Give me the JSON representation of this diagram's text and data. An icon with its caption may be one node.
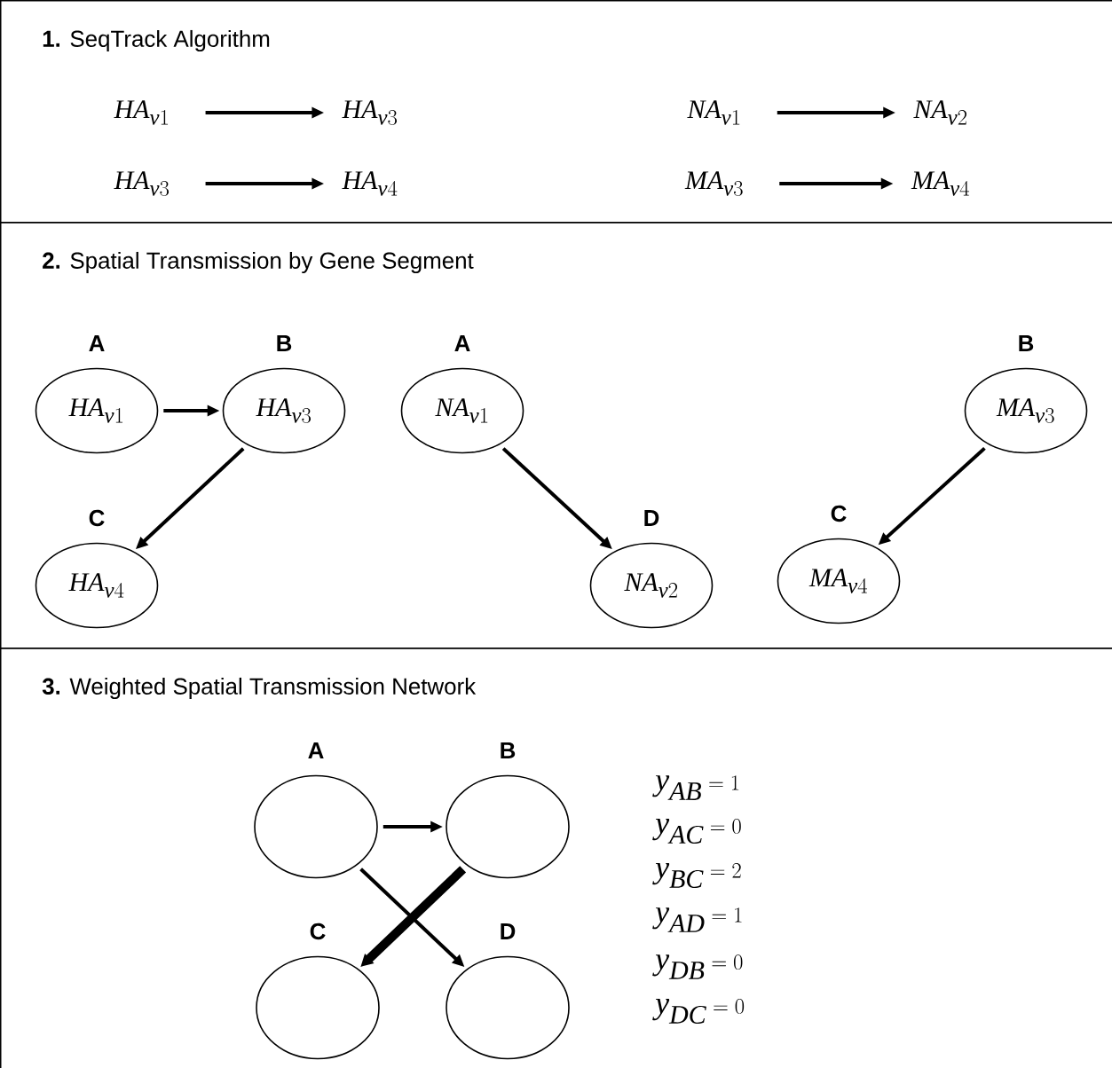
{
  "diagram": {
    "nodes": [
      {
        "text": [
          "**1.** SeqTrack Algorithm"
        ]
      },
      {
        "text": [
          "HA_{v1}"
        ],
        "in": 0
      },
      {
        "text": [
          "HA_{v3}"
        ],
        "in": 0
      },
      {
        "text": [
          "HA_{v3}"
        ],
        "in": 0
      },
      {
        "text": [
          "HA_{v4}"
        ],
        "in": 0
      },
      {
        "text": [
          "NA_{v1}"
        ],
        "in": 0
      },
      {
        "text": [
          "NA_{v2}"
        ],
        "in": 0
      },
      {
        "text": [
          "MA_{v3}"
        ],
        "in": 0
      },
      {
        "text": [
          "MA_{v4}"
        ],
        "in": 0
      },
      {
        "text": [
          "**2.** Spatial Transmission by Gene Segment"
        ]
      },
      {
        "text": [
          "HA_{v1}"
        ],
        "beside": [
          "A"
        ],
        "in": 9
      },
      {
        "text": [
          "HA_{v3}"
        ],
        "beside": [
          "B"
        ],
        "in": 9
      },
      {
        "text": [
          "NA_{v1}"
        ],
        "beside": [
          "A"
        ],
        "in": 9
      },
      {
        "text": [
          "MA_{v3}"
        ],
        "beside": [
          "B"
        ],
        "in": 9
      },
      {
        "text": [
          "HA_{v4}"
        ],
        "beside": [
          "C"
        ],
        "in": 9
      },
      {
        "text": [
          "NA_{v2}"
        ],
        "beside": [
          "D"
        ],
        "in": 9
      },
      {
        "text": [
          "MA_{v4}"
        ],
        "beside": [
          "C"
        ],
        "in": 9
      },
      {
        "text": [
          "**3.** Weighted Spatial Transmission Network"
        ]
      },
      {
        "text": [],
        "shape": "ellipse",
        "beside": [
          "A"
        ],
        "in": 17
      },
      {
        "text": [],
        "shape": "ellipse",
        "beside": [
          "B"
        ],
        "in": 17
      },
      {
        "text": [],
        "shape": "ellipse",
        "beside": [
          "C"
        ],
        "in": 17
      },
      {
        "text": [],
        "shape": "ellipse",
        "beside": [
          "D"
        ],
        "in": 17
      }
    ],
    "edges": [
      {
        "from": 1,
        "to": 2,
        "arrow": "to"
      },
      {
        "from": 3,
        "to": 4,
        "arrow": "to"
      },
      {
        "from": 5,
        "to": 6,
        "arrow": "to"
      },
      {
        "from": 7,
        "to": 8,
        "arrow": "to"
      },
      {
        "from": 10,
        "to": 11,
        "arrow": "to"
      },
      {
        "from": 11,
        "to": 14,
        "arrow": "to"
      },
      {
        "from": 12,
        "to": 15,
        "arrow": "to"
      },
      {
        "from": 13,
        "to": 16,
        "arrow": "to"
      },
      {
        "from": 18,
        "to": 19,
        "arrow": "to"
      },
      {
        "from": 19,
        "to": 20,
        "arrow": "to",
        "style": "thick"
      },
      {
        "from": 18,
        "to": 21,
        "arrow": "to"
      }
    ],
    "labels": [
      "y_{AB} = 1",
      "y_{AC} = 0",
      "y_{BC} = 2",
      "y_{AD} = 1",
      "y_{DB} = 0",
      "y_{DC} = 0"
    ]
  }
}
